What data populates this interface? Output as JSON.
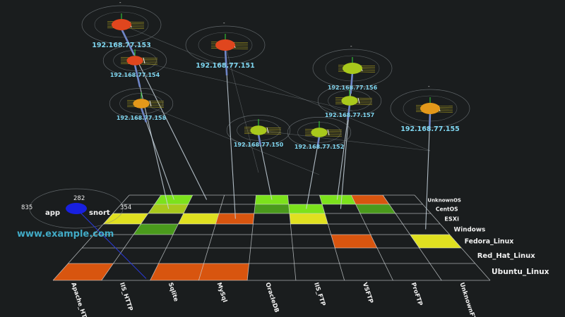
{
  "colors": {
    "background": "#1a1d1e",
    "ip_label": "#7fd6f0",
    "grid_line": "#d8dde0",
    "red": "#e0461e",
    "orange": "#d8550f",
    "amber": "#e3981a",
    "yellow_green": "#a8c81c",
    "bright_green": "#7ce21c",
    "dark_green": "#4a9a1c",
    "yellow": "#e0e020",
    "node_blue": "#1820e0"
  },
  "os_labels": [
    "UnknownOS",
    "CentOS",
    "ESXi",
    "Windows",
    "Fedora_Linux",
    "Red_Hat_Linux",
    "Ubuntu_Linux"
  ],
  "service_labels": [
    "Apache_HTTP",
    "IIS_HTTP",
    "Sqlite",
    "MySql",
    "OracleDB",
    "IIS_FTP",
    "VSFTP",
    "ProFTP",
    "UnknownFTP"
  ],
  "grid_cells": [
    {
      "row": 0,
      "col": 1,
      "color": "bright_green"
    },
    {
      "row": 0,
      "col": 4,
      "color": "bright_green"
    },
    {
      "row": 0,
      "col": 6,
      "color": "bright_green"
    },
    {
      "row": 0,
      "col": 7,
      "color": "orange"
    },
    {
      "row": 1,
      "col": 1,
      "color": "yellow_green"
    },
    {
      "row": 1,
      "col": 4,
      "color": "dark_green"
    },
    {
      "row": 1,
      "col": 5,
      "color": "bright_green"
    },
    {
      "row": 1,
      "col": 7,
      "color": "dark_green"
    },
    {
      "row": 2,
      "col": 0,
      "color": "yellow"
    },
    {
      "row": 2,
      "col": 2,
      "color": "yellow"
    },
    {
      "row": 2,
      "col": 3,
      "color": "orange"
    },
    {
      "row": 2,
      "col": 5,
      "color": "yellow"
    },
    {
      "row": 3,
      "col": 1,
      "color": "dark_green"
    },
    {
      "row": 4,
      "col": 6,
      "color": "orange"
    },
    {
      "row": 4,
      "col": 8,
      "color": "yellow"
    },
    {
      "row": 6,
      "col": 0,
      "color": "orange"
    },
    {
      "row": 6,
      "col": 2,
      "color": "orange"
    },
    {
      "row": 6,
      "col": 3,
      "color": "orange"
    }
  ],
  "hosts": [
    {
      "ip": "192.168.77.153",
      "color": "red",
      "top_label": "-",
      "cell": [
        0,
        2
      ]
    },
    {
      "ip": "192.168.77.154",
      "color": "red",
      "top_label": "",
      "cell": [
        1,
        1
      ]
    },
    {
      "ip": "192.168.77.151",
      "color": "red",
      "top_label": "-",
      "cell": [
        2,
        3
      ]
    },
    {
      "ip": "192.168.77.158",
      "color": "amber",
      "top_label": "",
      "cell": [
        0,
        1
      ]
    },
    {
      "ip": "192.168.77.156",
      "color": "yellow_green",
      "top_label": "-",
      "cell": [
        1,
        6
      ]
    },
    {
      "ip": "192.168.77.157",
      "color": "yellow_green",
      "top_label": "",
      "cell": [
        0,
        6
      ]
    },
    {
      "ip": "192.168.77.155",
      "color": "amber",
      "top_label": "-",
      "cell": [
        3,
        8
      ]
    },
    {
      "ip": "192.168.77.150",
      "color": "yellow_green",
      "top_label": "",
      "cell": [
        0,
        4
      ]
    },
    {
      "ip": "192.168.77.152",
      "color": "yellow_green",
      "top_label": "",
      "cell": [
        1,
        5
      ]
    }
  ],
  "app_node": {
    "label": "app",
    "label_suffix": "snort",
    "left_value": "835",
    "top_value": "282",
    "right_value": "354",
    "cell": [
      3,
      0
    ],
    "color": "node_blue"
  },
  "watermark": "www.example.com"
}
